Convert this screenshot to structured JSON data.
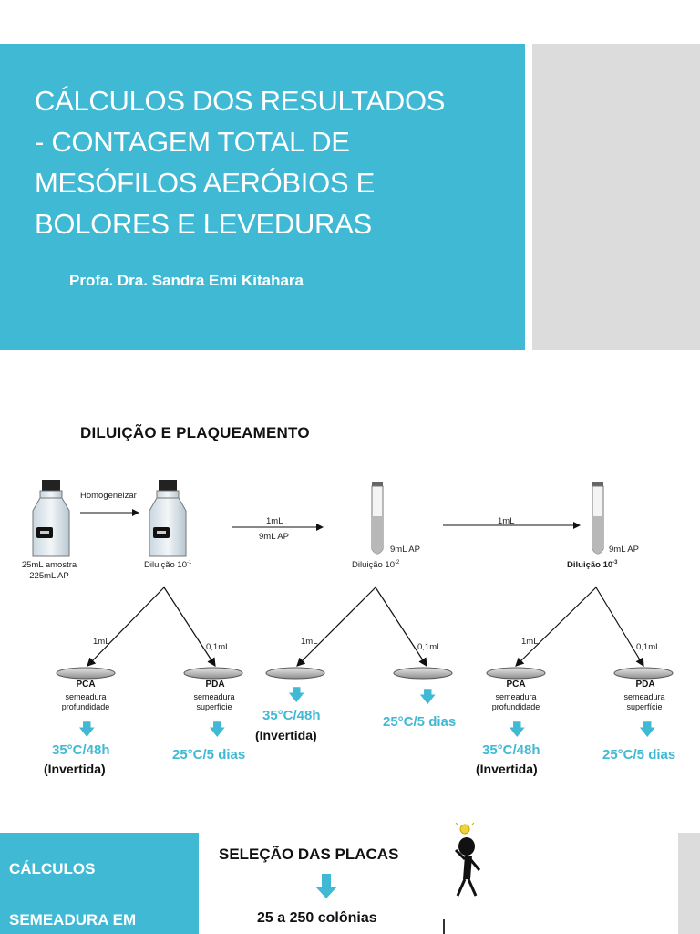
{
  "slide1": {
    "title_lines": [
      "CÁLCULOS DOS RESULTADOS",
      "- CONTAGEM TOTAL DE",
      "MESÓFILOS AERÓBIOS E",
      "BOLORES E LEVEDURAS"
    ],
    "author": "Profa. Dra. Sandra Emi Kitahara"
  },
  "slide2": {
    "heading": "DILUIÇÃO E PLAQUEAMENTO",
    "bottle1_label": [
      "25mL amostra",
      "225mL AP"
    ],
    "homogenize": "Homogeneizar",
    "bottle2_label": "Diluição 10",
    "bottle2_exp": "-1",
    "transfer1": [
      "1mL",
      "9mL AP"
    ],
    "tube1_vol": "9mL AP",
    "tube1_label": "Diluição 10",
    "tube1_exp": "-2",
    "transfer2": "1mL",
    "tube2_vol": "9mL AP",
    "tube2_label": "Diluição 10",
    "tube2_exp": "-3",
    "branch_vols": [
      "1mL",
      "0,1mL",
      "1mL",
      "0,1mL",
      "1mL",
      "0,1mL"
    ],
    "pca": {
      "name": "PCA",
      "sub": [
        "semeadura",
        "profundidade"
      ]
    },
    "pda": {
      "name": "PDA",
      "sub": [
        "semeadura",
        "superfície"
      ]
    },
    "cond_pca": "35°C/48h",
    "invertida": "(Invertida)",
    "cond_pda": "25°C/5 dias"
  },
  "slide3": {
    "side_items": [
      "CÁLCULOS",
      "SEMEADURA EM"
    ],
    "selection": "SELEÇÃO DAS PLACAS",
    "range": "25 a 250 colônias"
  },
  "colors": {
    "accent": "#3fb9d4",
    "grey_panel": "#dcdcdc",
    "arrow": "#3fb9d4"
  }
}
